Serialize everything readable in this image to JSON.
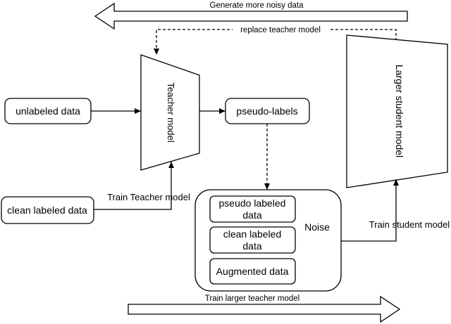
{
  "arrows": {
    "top_label": "Generate more noisy data",
    "bottom_label": "Train larger teacher model",
    "replace_label": "replace teacher model"
  },
  "boxes": {
    "unlabeled": "unlabeled data",
    "clean": "clean labeled data",
    "pseudo_labels": "pseudo-labels",
    "noise_group_label": "Noise",
    "pseudo_labeled_line1": "pseudo labeled",
    "pseudo_labeled_line2": "data",
    "clean_inner_line1": "clean labeled",
    "clean_inner_line2": "data",
    "augmented": "Augmented data"
  },
  "models": {
    "teacher": "Teacher model",
    "student": "Larger student model"
  },
  "edges": {
    "train_teacher": "Train Teacher model",
    "train_student": "Train student model"
  }
}
